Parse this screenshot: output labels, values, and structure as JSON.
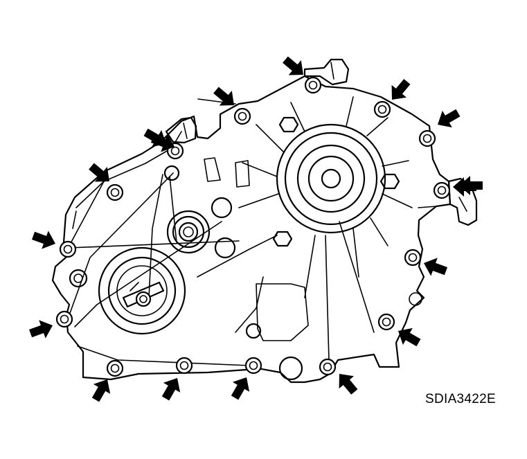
{
  "figure": {
    "id_label": "SDIA3422E"
  },
  "colors": {
    "line": "#000000",
    "background": "#ffffff",
    "arrow_fill": "#000000"
  },
  "callouts": {
    "bolt_count": 17,
    "arrow_count": 17,
    "arrow_style": "solid black arrow pointing at bolt"
  }
}
